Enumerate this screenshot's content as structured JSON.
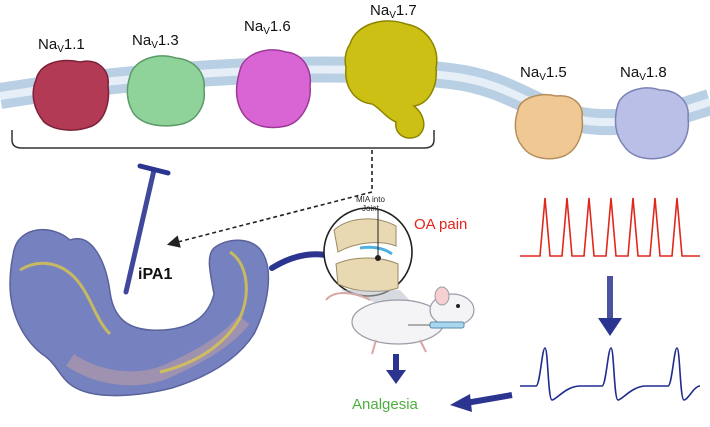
{
  "channels": [
    {
      "name": "Na",
      "sub": "V",
      "num": "1.1",
      "color": "#b23a55"
    },
    {
      "name": "Na",
      "sub": "V",
      "num": "1.3",
      "color": "#8fd39a"
    },
    {
      "name": "Na",
      "sub": "V",
      "num": "1.6",
      "color": "#d865d3"
    },
    {
      "name": "Na",
      "sub": "V",
      "num": "1.7",
      "color": "#cdc014"
    },
    {
      "name": "Na",
      "sub": "V",
      "num": "1.5",
      "color": "#efc894"
    },
    {
      "name": "Na",
      "sub": "V",
      "num": "1.8",
      "color": "#b9bfe6"
    }
  ],
  "peptide": {
    "label": "iPA1"
  },
  "inset": {
    "label": "MIA into\nJoint"
  },
  "outcomes": {
    "pain": "OA pain",
    "relief": "Analgesia"
  },
  "colors": {
    "membrane": "#c6d9ea",
    "arrow": "#2b3590",
    "pain_trace": "#e0281e",
    "relief_trace": "#1e2b8f",
    "peptide_surface": "#5f6cb5"
  }
}
